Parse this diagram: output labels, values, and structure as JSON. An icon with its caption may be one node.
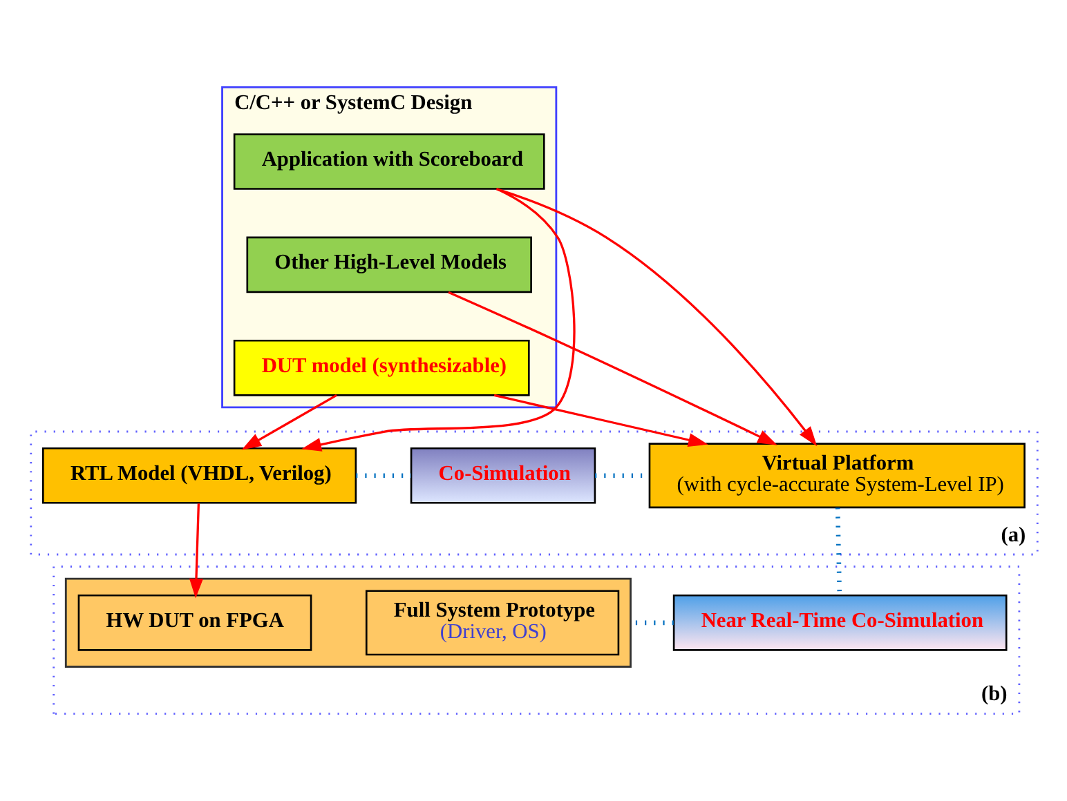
{
  "diagram": {
    "nodes": [
      {
        "text": [
          "C/C++ or SystemC Design"
        ]
      },
      {
        "text": [
          "Application with Scoreboard"
        ],
        "in": 0
      },
      {
        "text": [
          "Other High-Level Models"
        ],
        "in": 0
      },
      {
        "text": [
          "DUT model (synthesizable)"
        ],
        "in": 0
      },
      {
        "text": [
          "(a)"
        ]
      },
      {
        "text": [
          "RTL Model (VHDL, Verilog)"
        ],
        "in": 4
      },
      {
        "text": [
          "Co-Simulation"
        ],
        "in": 4
      },
      {
        "text": [
          "Virtual Platform",
          "(with cycle-accurate System-Level IP)"
        ],
        "in": 4
      },
      {
        "text": [
          "(b)"
        ]
      },
      {
        "text": [],
        "shape": "box",
        "in": 8
      },
      {
        "text": [
          "HW DUT on FPGA"
        ],
        "in": 9
      },
      {
        "text": [
          "Full System Prototype",
          "(Driver, OS)"
        ],
        "in": 9
      },
      {
        "text": [
          "Near Real-Time Co-Simulation"
        ],
        "in": 8
      }
    ],
    "edges": [
      {
        "from": 1,
        "to": 5,
        "arrow": "to"
      },
      {
        "from": 1,
        "to": 7,
        "arrow": "to"
      },
      {
        "from": 2,
        "to": 7,
        "arrow": "to"
      },
      {
        "from": 3,
        "to": 5,
        "arrow": "to"
      },
      {
        "from": 3,
        "to": 7,
        "arrow": "to"
      },
      {
        "from": 5,
        "to": 10,
        "arrow": "to"
      },
      {
        "from": 5,
        "to": 6,
        "arrow": "none",
        "style": "dashed",
        "color": "#0070c0"
      },
      {
        "from": 6,
        "to": 7,
        "arrow": "none",
        "style": "dashed",
        "color": "#0070c0"
      },
      {
        "from": 7,
        "to": 12,
        "arrow": "none",
        "style": "dashed",
        "color": "#0070c0"
      },
      {
        "from": 12,
        "to": 9,
        "arrow": "none",
        "style": "dashed",
        "color": "#0070c0"
      }
    ]
  }
}
